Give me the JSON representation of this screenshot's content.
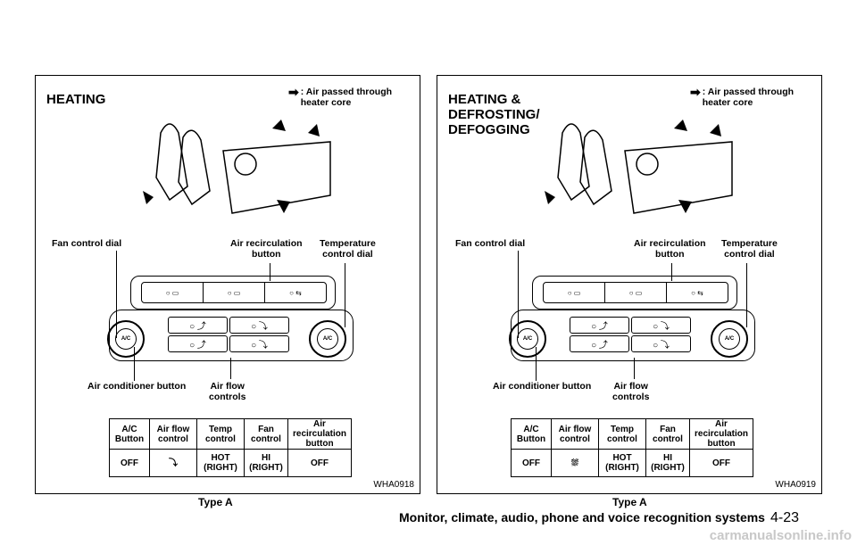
{
  "legend_text": ": Air passed through heater core",
  "left": {
    "title": "HEATING",
    "code": "WHA0918",
    "type_label": "Type A",
    "table_values": [
      "OFF",
      "",
      "HOT\n(RIGHT)",
      "HI\n(RIGHT)",
      "OFF"
    ]
  },
  "right": {
    "title": "HEATING &\nDEFROSTING/\nDEFOGGING",
    "code": "WHA0919",
    "type_label": "Type A",
    "table_values": [
      "OFF",
      "",
      "HOT\n(RIGHT)",
      "HI\n(RIGHT)",
      "OFF"
    ]
  },
  "labels": {
    "fan_control_dial": "Fan control dial",
    "air_recirculation_button": "Air recirculation\nbutton",
    "temperature_control_dial": "Temperature\ncontrol dial",
    "air_conditioner_button": "Air conditioner button",
    "air_flow_controls": "Air flow\ncontrols"
  },
  "table_headers": [
    "A/C\nButton",
    "Air flow\ncontrol",
    "Temp\ncontrol",
    "Fan\ncontrol",
    "Air\nrecirculation\nbutton"
  ],
  "dial_text": "A/C",
  "footer": {
    "section": "Monitor, climate, audio, phone and voice recognition systems",
    "page": "4-23",
    "watermark": "carmanualsonline.info"
  },
  "icons": {
    "legend": "arrow-icon",
    "flow_left_table": "floor-vent-icon",
    "flow_right_table": "defrost-floor-icon"
  }
}
